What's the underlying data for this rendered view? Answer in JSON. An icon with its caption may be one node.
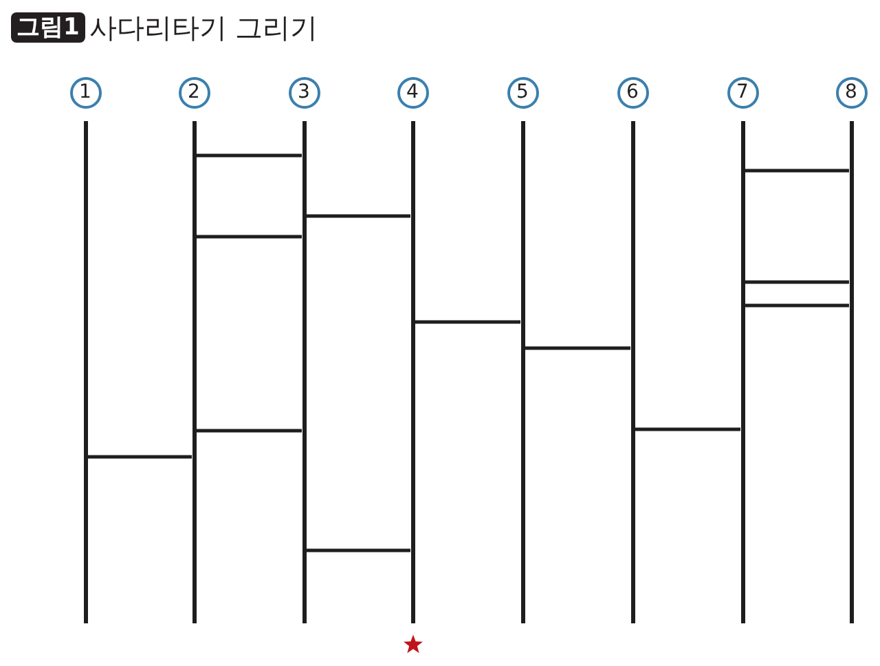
{
  "diagram": {
    "title": "사다리타기 그리기",
    "nodes": [
      {
        "text": [
          "1"
        ]
      },
      {
        "text": [
          "2"
        ]
      },
      {
        "text": [
          "3"
        ]
      },
      {
        "text": [
          "4"
        ]
      },
      {
        "text": [
          "5"
        ]
      },
      {
        "text": [
          "6"
        ]
      },
      {
        "text": [
          "7"
        ]
      },
      {
        "text": [
          "8"
        ]
      },
      {
        "text": [],
        "shape": "bar"
      },
      {
        "text": [],
        "shape": "bar"
      },
      {
        "text": [],
        "shape": "bar"
      },
      {
        "text": [],
        "shape": "bar"
      },
      {
        "text": [],
        "shape": "bar"
      },
      {
        "text": [],
        "shape": "bar"
      },
      {
        "text": [],
        "shape": "bar"
      },
      {
        "text": [],
        "shape": "bar"
      }
    ],
    "edges": [
      {
        "from": 9,
        "to": 10,
        "arrow": "none"
      },
      {
        "from": 14,
        "to": 15,
        "arrow": "none"
      },
      {
        "from": 10,
        "to": 11,
        "arrow": "none"
      },
      {
        "from": 9,
        "to": 10,
        "arrow": "none"
      },
      {
        "from": 14,
        "to": 15,
        "arrow": "none"
      },
      {
        "from": 14,
        "to": 15,
        "arrow": "none"
      },
      {
        "from": 11,
        "to": 12,
        "arrow": "none"
      },
      {
        "from": 12,
        "to": 13,
        "arrow": "none"
      },
      {
        "from": 13,
        "to": 14,
        "arrow": "none"
      },
      {
        "from": 9,
        "to": 10,
        "arrow": "none"
      },
      {
        "from": 8,
        "to": 9,
        "arrow": "none"
      },
      {
        "from": 10,
        "to": 11,
        "arrow": "none"
      }
    ],
    "labels": [
      "그림1"
    ]
  }
}
